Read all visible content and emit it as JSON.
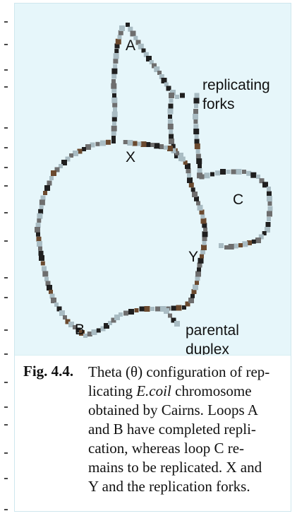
{
  "labels": {
    "loop_a": "A",
    "loop_b": "B",
    "loop_c": "C",
    "fork_x": "X",
    "fork_y": "Y",
    "replicating_forks": [
      "replicating",
      "forks"
    ],
    "parental_duplex": [
      "parental",
      "duplex"
    ]
  },
  "caption": {
    "figure_number": "Fig. 4.4.",
    "lines": [
      "Theta (θ) configuration of rep-",
      "licating E.coil chromosome",
      "obtained by Cairns. Loops A",
      "and B have completed repli-",
      "cation, whereas loop C re-",
      "mains to be replicated. X and",
      "Y and the replication forks."
    ]
  },
  "colors": {
    "panel_background": "#e6f6fa",
    "dna_dark": "#1f1f1f",
    "dna_mid": "#6e6e6e",
    "dna_light": "#a9bcc3",
    "dna_brown": "#6b4a2f"
  }
}
